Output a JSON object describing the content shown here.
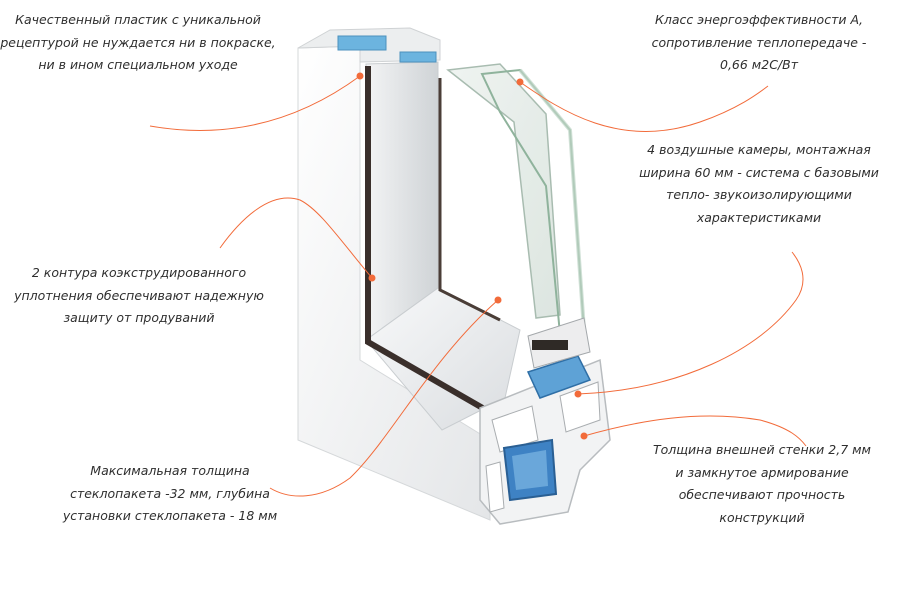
{
  "accent_color": "#f26b3a",
  "annotations": {
    "plastic": {
      "lines": [
        "Качественный пластик с уникальной",
        "рецептурой не нуждается ни в покраске,",
        "ни в ином специальном уходе"
      ]
    },
    "energy": {
      "lines": [
        "Класс энергоэффективности А,",
        "сопротивление теплопередаче -",
        "0,66 м2С/Вт"
      ]
    },
    "chambers": {
      "lines": [
        "4 воздушные камеры, монтажная",
        "ширина 60 мм - система с базовыми",
        "тепло- звукоизолирующими",
        "характеристиками"
      ]
    },
    "seal": {
      "lines": [
        "2 контура коэкструдированного",
        "уплотнения обеспечивают надежную",
        "защиту от продуваний"
      ]
    },
    "glass": {
      "lines": [
        "Максимальная толщина",
        "стеклопакета -32 мм, глубина",
        "установки стеклопакета - 18 мм"
      ]
    },
    "wall": {
      "lines": [
        "Толщина внешней стенки 2,7 мм",
        "и замкнутое армирование",
        "обеспечивают прочность",
        "конструкций"
      ]
    }
  }
}
